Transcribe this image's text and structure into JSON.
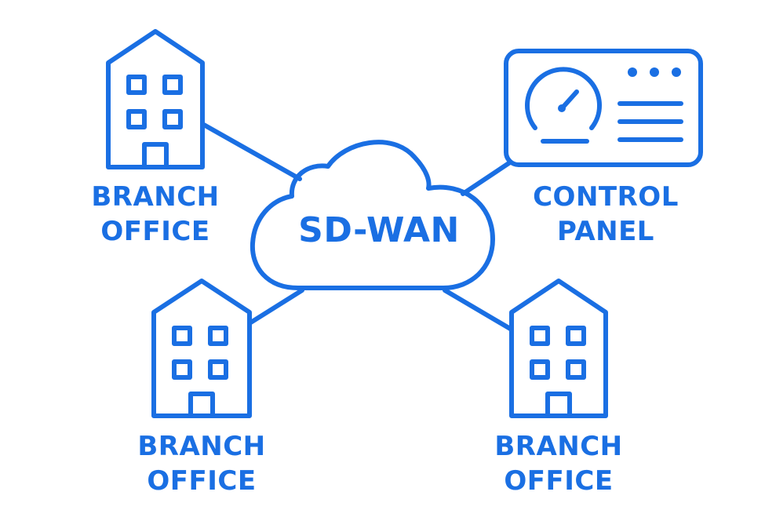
{
  "colors": {
    "primary": "#1a6fe3",
    "background": "#ffffff"
  },
  "hub": {
    "label": "SD-WAN",
    "icon": "cloud-icon"
  },
  "nodes": [
    {
      "id": "branch-top-left",
      "icon": "building-icon",
      "line1": "BRANCH",
      "line2": "OFFICE"
    },
    {
      "id": "control-panel",
      "icon": "dashboard-icon",
      "line1": "CONTROL",
      "line2": "PANEL"
    },
    {
      "id": "branch-bottom-left",
      "icon": "building-icon",
      "line1": "BRANCH",
      "line2": "OFFICE"
    },
    {
      "id": "branch-bottom-right",
      "icon": "building-icon",
      "line1": "BRANCH",
      "line2": "OFFICE"
    }
  ],
  "links": [
    {
      "from": "hub",
      "to": "branch-top-left"
    },
    {
      "from": "hub",
      "to": "control-panel"
    },
    {
      "from": "hub",
      "to": "branch-bottom-left"
    },
    {
      "from": "hub",
      "to": "branch-bottom-right"
    }
  ]
}
